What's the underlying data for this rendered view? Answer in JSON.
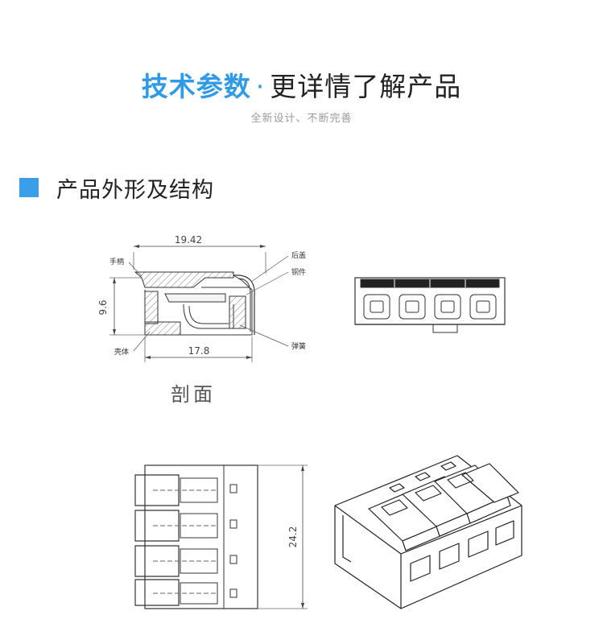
{
  "header": {
    "title_accent": "技术参数",
    "title_dot": "·",
    "title_rest": "更详情了解产品",
    "subtitle": "全新设计、不断完善",
    "accent_color": "#2f9be8"
  },
  "section": {
    "title": "产品外形及结构",
    "marker_color": "#3a9ee8"
  },
  "section_view": {
    "caption": "剖面",
    "dim_top": "19.42",
    "dim_left": "9.6",
    "dim_bottom": "17.8",
    "label_handle": "手柄",
    "label_shell": "壳体",
    "label_cover": "后盖",
    "label_copper": "铜件",
    "label_spring": "弹簧"
  },
  "top_view": {
    "dim_right": "24.2"
  }
}
